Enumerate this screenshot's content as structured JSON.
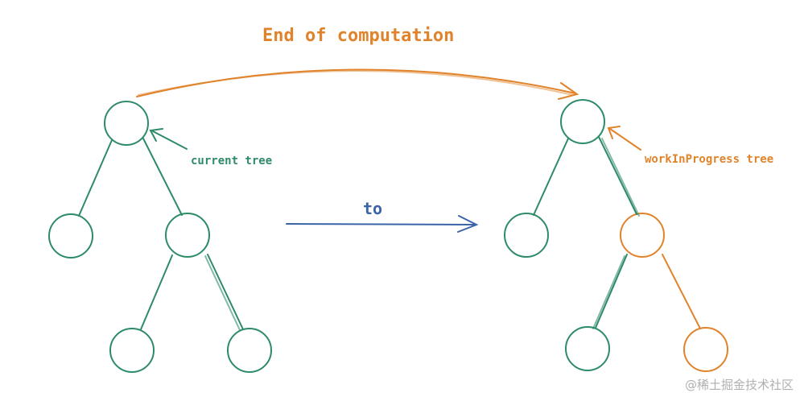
{
  "labels": {
    "top_arrow": "End of computation",
    "middle_arrow": "to",
    "left_tree": "current tree",
    "right_tree": "workInProgress tree"
  },
  "watermark": "@稀土掘金技术社区",
  "colors": {
    "current_tree": "#2e8b68",
    "work_in_progress": "#e0832b",
    "transition_arrow": "#3b64a8"
  }
}
